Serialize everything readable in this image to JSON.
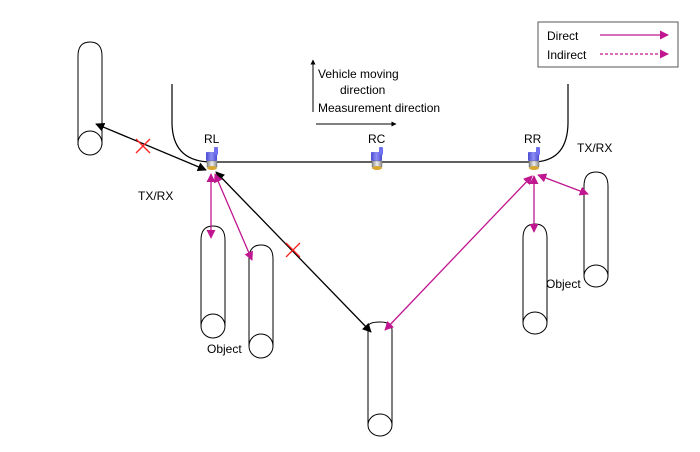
{
  "legend": {
    "items": [
      {
        "label": "Direct",
        "style": "solid"
      },
      {
        "label": "Indirect",
        "style": "dashed"
      }
    ]
  },
  "labels": {
    "vehicle_moving_line1": "Vehicle moving",
    "vehicle_moving_line2": "direction",
    "measurement_direction": "Measurement direction",
    "sensor_rl": "RL",
    "sensor_rc": "RC",
    "sensor_rr": "RR",
    "txrx_left": "TX/RX",
    "txrx_right": "TX/RX",
    "object_left": "Object",
    "object_right": "Object"
  },
  "colors": {
    "direct": "#c0168f",
    "blocked_path": "#000000",
    "blocked_mark": "#ff2020",
    "sensor_body": "#6f6fe8",
    "sensor_lens": "#d8a830",
    "outline": "#000000"
  }
}
